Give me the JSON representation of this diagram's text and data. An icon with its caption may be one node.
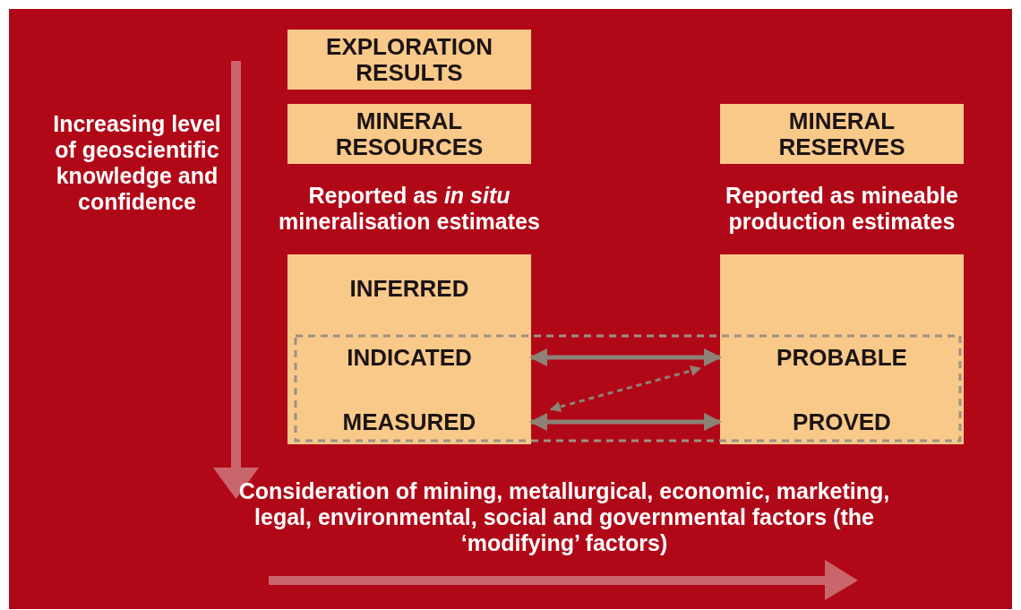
{
  "diagram": {
    "nodes": [
      {
        "text": [
          "EXPLORATION RESULTS"
        ]
      },
      {
        "text": [
          "MINERAL RESOURCES"
        ]
      },
      {
        "text": [
          "MINERAL RESERVES"
        ]
      },
      {
        "text": [],
        "shape": "box"
      },
      {
        "text": [
          "INFERRED"
        ],
        "in": 3
      },
      {
        "text": [
          "INDICATED"
        ],
        "in": 3
      },
      {
        "text": [
          "MEASURED"
        ],
        "in": 3
      },
      {
        "text": [],
        "shape": "box"
      },
      {
        "text": [
          "PROBABLE"
        ],
        "in": 7
      },
      {
        "text": [
          "PROVED"
        ],
        "in": 7
      }
    ],
    "edges": [
      {
        "from": 5,
        "to": 8,
        "arrow": "both"
      },
      {
        "from": 6,
        "to": 9,
        "arrow": "both"
      },
      {
        "from": 6,
        "to": 8,
        "arrow": "both",
        "style": "dashed"
      }
    ],
    "labels": [
      "Increasing level of geoscientific knowledge and confidence",
      "Reported as *in situ* mineralisation estimates",
      "Reported as mineable production estimates",
      "Consideration of mining, metallurgical, economic, marketing, legal, environmental, social and governmental factors (the ‘modifying’ factors)"
    ]
  }
}
